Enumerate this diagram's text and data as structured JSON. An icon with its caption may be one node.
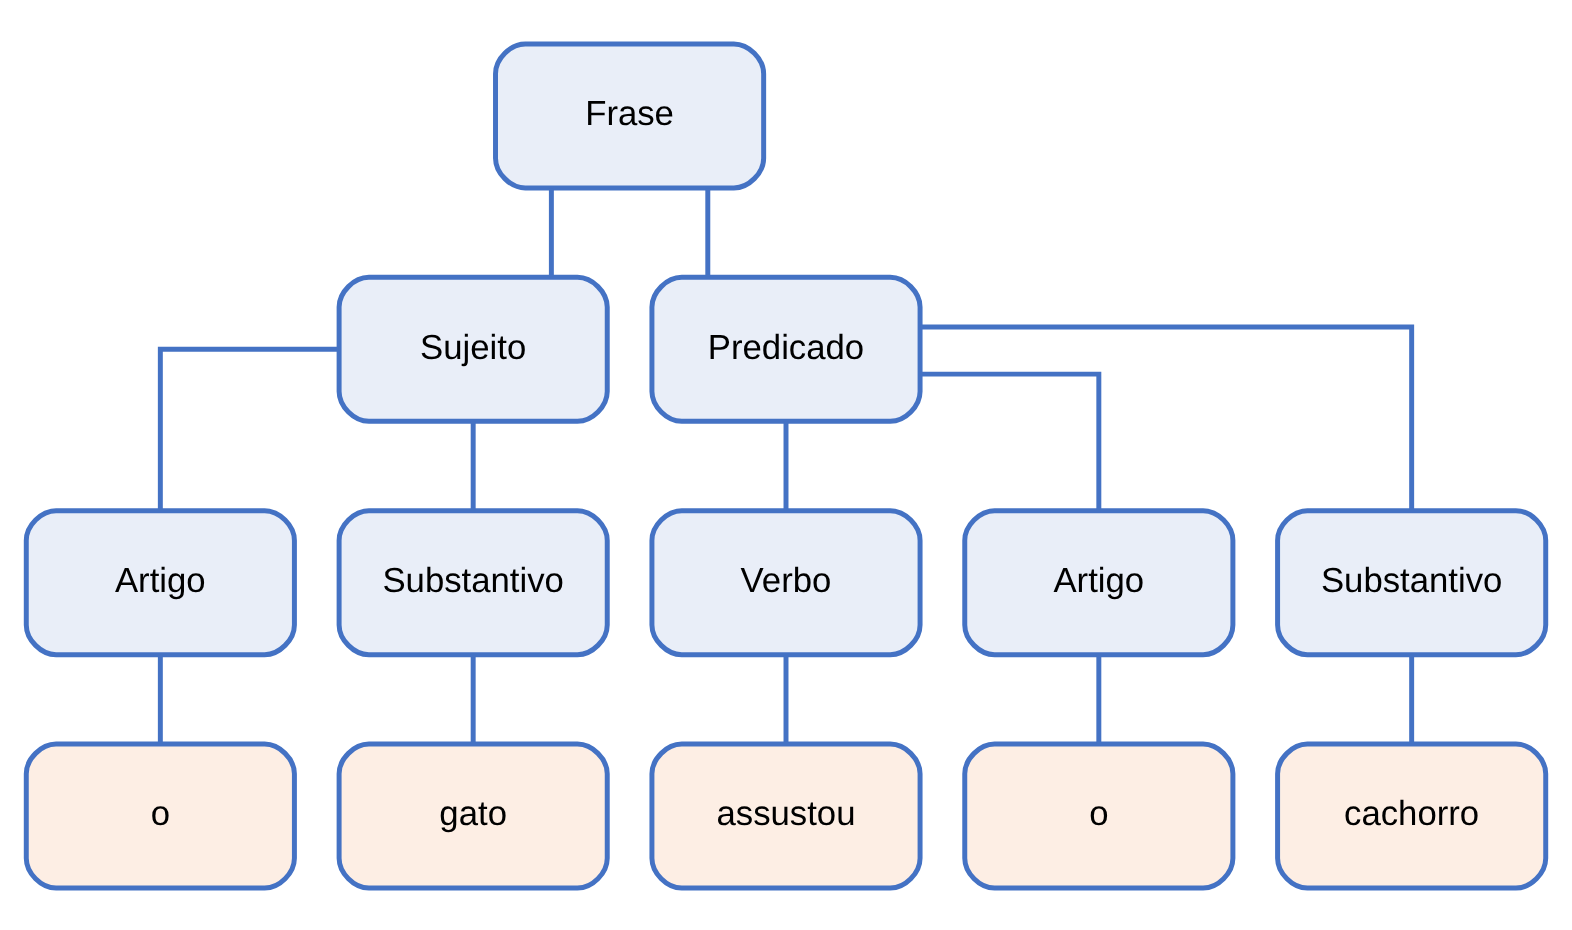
{
  "diagram": {
    "nodes": [
      {
        "text": [
          "Frase"
        ]
      },
      {
        "text": [
          "Sujeito"
        ]
      },
      {
        "text": [
          "Predicado"
        ]
      },
      {
        "text": [
          "Artigo"
        ]
      },
      {
        "text": [
          "Substantivo"
        ]
      },
      {
        "text": [
          "Verbo"
        ]
      },
      {
        "text": [
          "Artigo"
        ]
      },
      {
        "text": [
          "Substantivo"
        ]
      },
      {
        "text": [
          "o"
        ]
      },
      {
        "text": [
          "gato"
        ]
      },
      {
        "text": [
          "assustou"
        ]
      },
      {
        "text": [
          "o"
        ]
      },
      {
        "text": [
          "cachorro"
        ]
      }
    ],
    "edges": [
      {
        "from": 0,
        "to": 1,
        "arrow": "none"
      },
      {
        "from": 0,
        "to": 2,
        "arrow": "none"
      },
      {
        "from": 1,
        "to": 3,
        "arrow": "none"
      },
      {
        "from": 1,
        "to": 4,
        "arrow": "none"
      },
      {
        "from": 2,
        "to": 5,
        "arrow": "none"
      },
      {
        "from": 2,
        "to": 6,
        "arrow": "none"
      },
      {
        "from": 2,
        "to": 7,
        "arrow": "none"
      },
      {
        "from": 3,
        "to": 8,
        "arrow": "none"
      },
      {
        "from": 4,
        "to": 9,
        "arrow": "none"
      },
      {
        "from": 5,
        "to": 10,
        "arrow": "none"
      },
      {
        "from": 6,
        "to": 11,
        "arrow": "none"
      },
      {
        "from": 7,
        "to": 12,
        "arrow": "none"
      }
    ]
  }
}
